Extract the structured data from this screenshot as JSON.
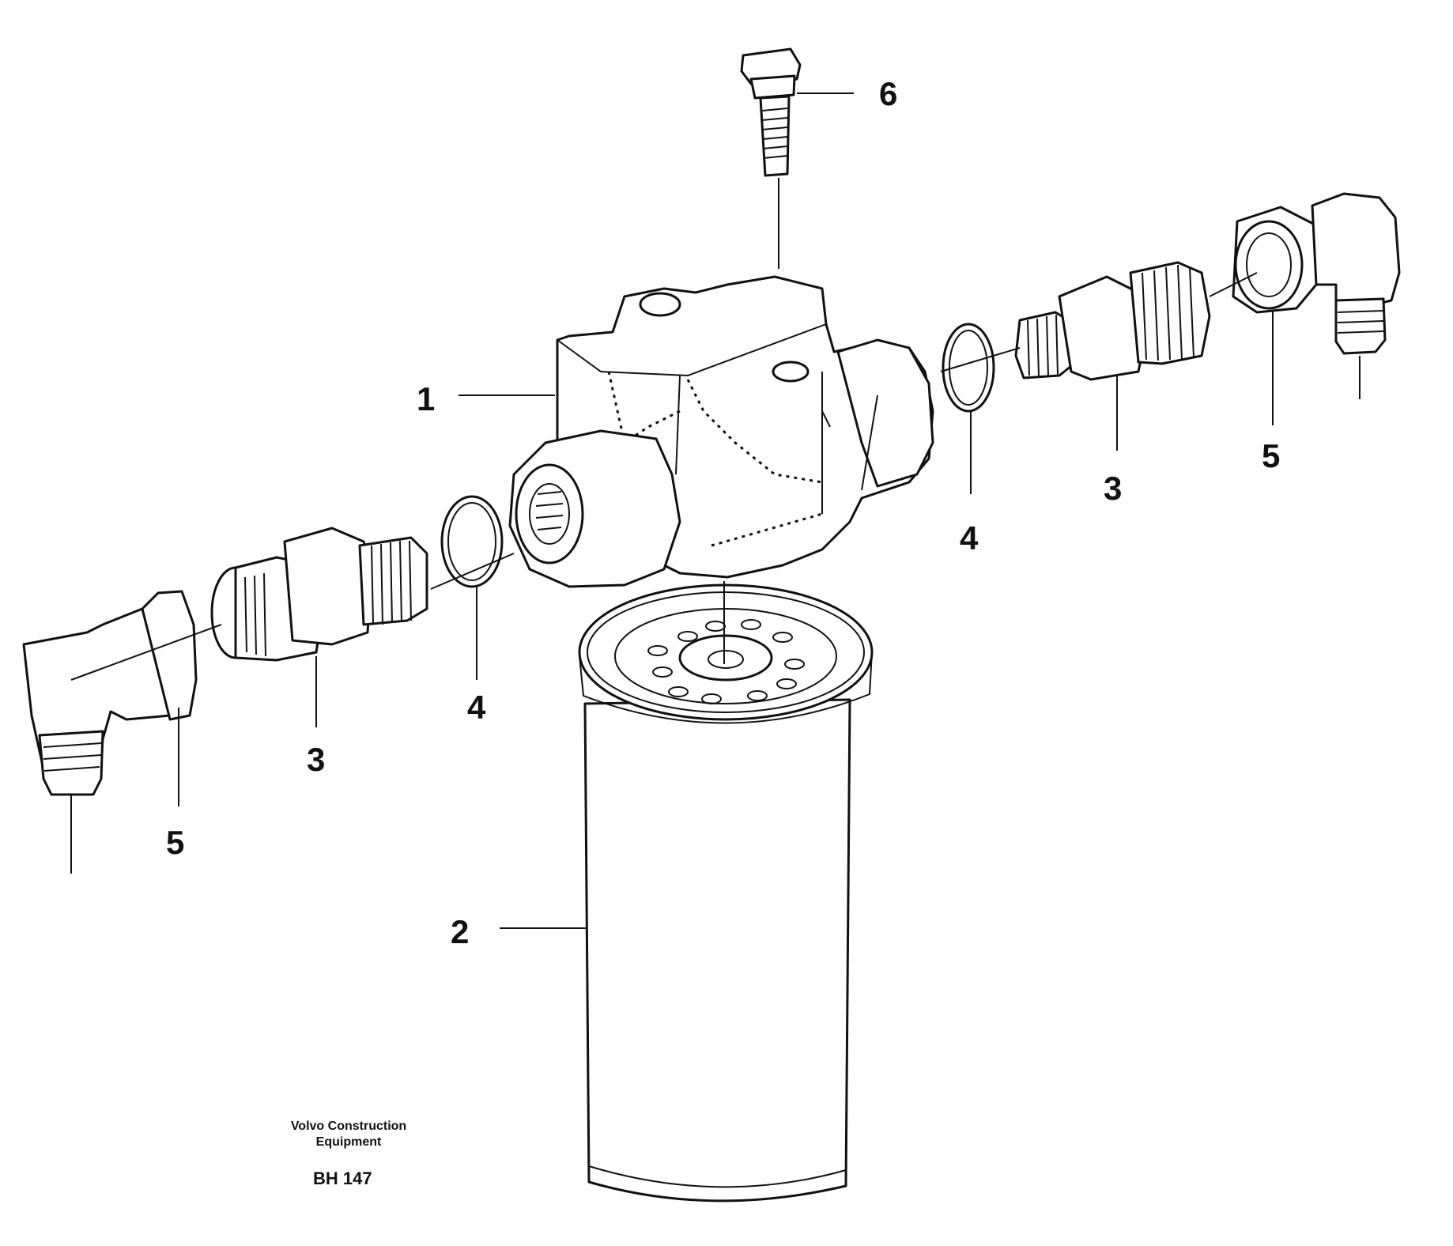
{
  "callouts": {
    "c1": "1",
    "c2": "2",
    "c3_left": "3",
    "c3_right": "3",
    "c4_left": "4",
    "c4_right": "4",
    "c5_left": "5",
    "c5_right": "5",
    "c6": "6"
  },
  "caption": {
    "line1": "Volvo Construction",
    "line2": "Equipment",
    "code": "BH 147"
  }
}
